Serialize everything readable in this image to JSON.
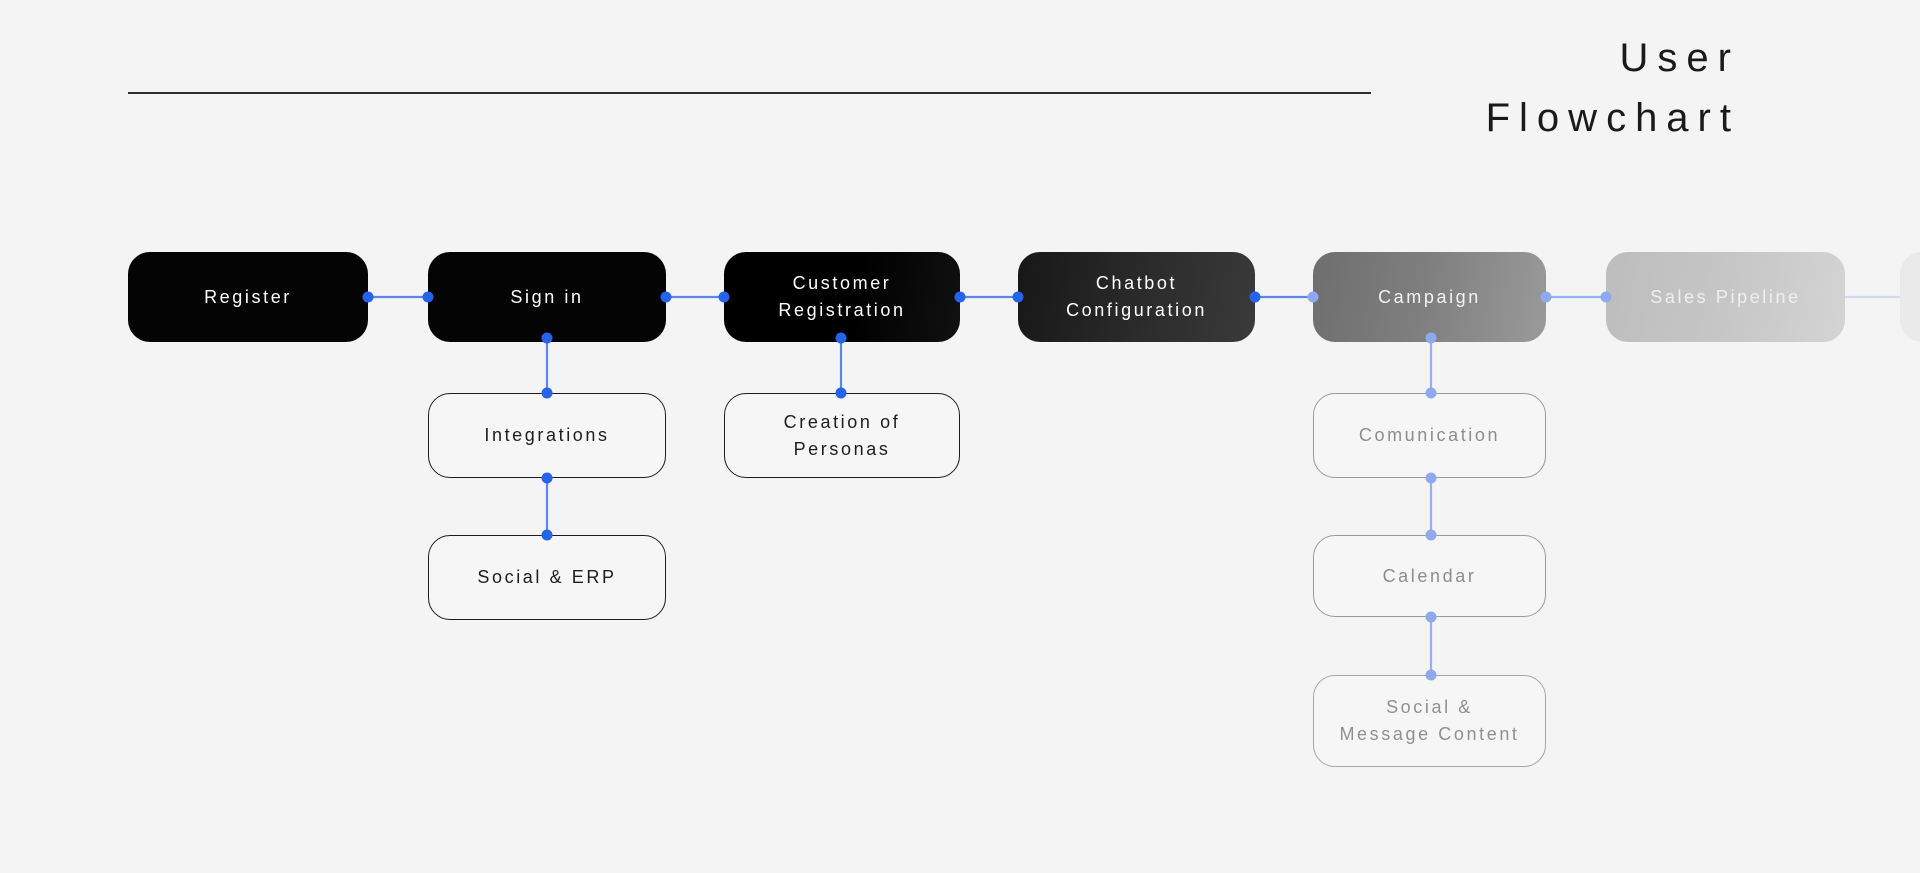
{
  "header": {
    "title": "User\nFlowchart",
    "rule": "horizontal-rule"
  },
  "chart_data": {
    "type": "diagram",
    "title": "User Flowchart",
    "diagram_kind": "flowchart",
    "orientation": "left-to-right with vertical branches",
    "accent_color": "#2563eb",
    "accent_color_faded": "#8ea9ee",
    "background": "#f4f4f4",
    "nodes": [
      {
        "id": "register",
        "label": "Register",
        "style": "solid-black",
        "row": 1,
        "column": 1
      },
      {
        "id": "signin",
        "label": "Sign in",
        "style": "solid-black",
        "row": 1,
        "column": 2
      },
      {
        "id": "customer",
        "label": "Customer\nRegistration",
        "style": "solid-black",
        "row": 1,
        "column": 3
      },
      {
        "id": "chatbot",
        "label": "Chatbot\nConfiguration",
        "style": "gradient-dark",
        "row": 1,
        "column": 4
      },
      {
        "id": "campaign",
        "label": "Campaign",
        "style": "gradient-gray",
        "row": 1,
        "column": 5
      },
      {
        "id": "pipeline",
        "label": "Sales Pipeline",
        "style": "gradient-light",
        "row": 1,
        "column": 6
      },
      {
        "id": "offscreen",
        "label": "",
        "style": "ghost",
        "row": 1,
        "column": 7
      },
      {
        "id": "integrations",
        "label": "Integrations",
        "style": "outline",
        "row": 2,
        "column": 2
      },
      {
        "id": "personas",
        "label": "Creation of\nPersonas",
        "style": "outline",
        "row": 2,
        "column": 3
      },
      {
        "id": "social-erp",
        "label": "Social & ERP",
        "style": "outline",
        "row": 3,
        "column": 2
      },
      {
        "id": "comunication",
        "label": "Comunication",
        "style": "outline-faded",
        "row": 2,
        "column": 5
      },
      {
        "id": "calendar",
        "label": "Calendar",
        "style": "outline-faded",
        "row": 3,
        "column": 5
      },
      {
        "id": "social-msg",
        "label": "Social &\nMessage Content",
        "style": "outline-faded",
        "row": 4,
        "column": 5
      }
    ],
    "edges": [
      {
        "from": "register",
        "to": "signin",
        "direction": "horizontal"
      },
      {
        "from": "signin",
        "to": "customer",
        "direction": "horizontal"
      },
      {
        "from": "customer",
        "to": "chatbot",
        "direction": "horizontal"
      },
      {
        "from": "chatbot",
        "to": "campaign",
        "direction": "horizontal"
      },
      {
        "from": "campaign",
        "to": "pipeline",
        "direction": "horizontal"
      },
      {
        "from": "pipeline",
        "to": "offscreen",
        "direction": "horizontal"
      },
      {
        "from": "signin",
        "to": "integrations",
        "direction": "vertical"
      },
      {
        "from": "integrations",
        "to": "social-erp",
        "direction": "vertical"
      },
      {
        "from": "customer",
        "to": "personas",
        "direction": "vertical"
      },
      {
        "from": "campaign",
        "to": "comunication",
        "direction": "vertical"
      },
      {
        "from": "comunication",
        "to": "calendar",
        "direction": "vertical"
      },
      {
        "from": "calendar",
        "to": "social-msg",
        "direction": "vertical"
      }
    ]
  }
}
